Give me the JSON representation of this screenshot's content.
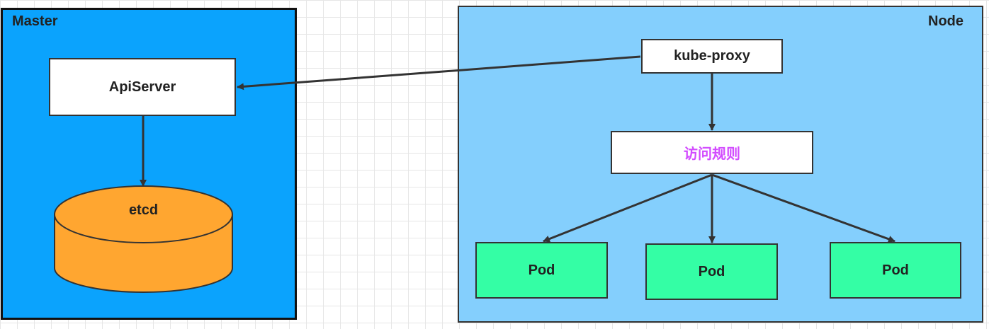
{
  "master": {
    "title": "Master",
    "apiserver": "ApiServer",
    "etcd": "etcd"
  },
  "node": {
    "title": "Node",
    "kube_proxy": "kube-proxy",
    "rules": "访问规则",
    "pods": [
      "Pod",
      "Pod",
      "Pod"
    ]
  },
  "colors": {
    "master_bg": "#0ba3fd",
    "node_bg": "#84cffd",
    "etcd_fill": "#ffa630",
    "pod_fill": "#34fea5",
    "rules_text": "#d24bff"
  }
}
